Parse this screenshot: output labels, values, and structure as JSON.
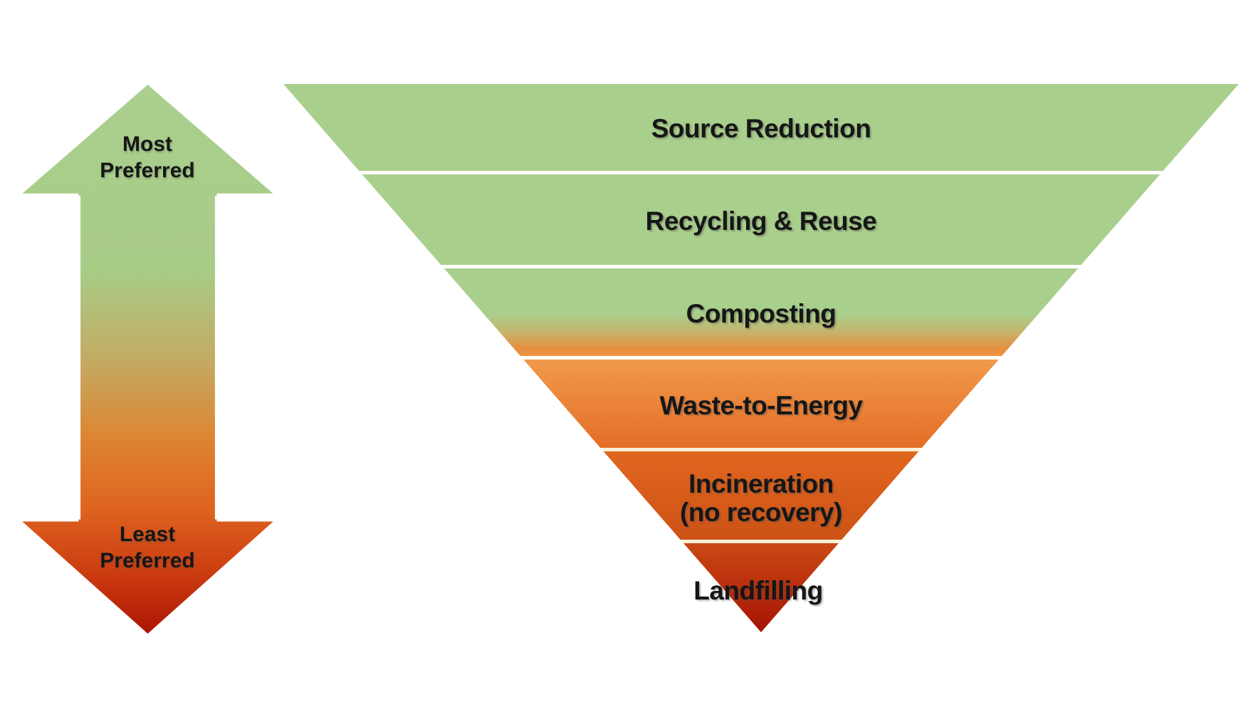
{
  "diagram": {
    "type": "inverted-pyramid-hierarchy",
    "arrow": {
      "top": {
        "line1": "Most",
        "line2": "Preferred"
      },
      "bottom": {
        "line1": "Least",
        "line2": "Preferred"
      }
    },
    "pyramid": {
      "levels": [
        {
          "label": "Source Reduction"
        },
        {
          "label": "Recycling & Reuse"
        },
        {
          "label": "Composting"
        },
        {
          "label": "Waste-to-Energy"
        },
        {
          "label": "Incineration",
          "sublabel": "(no recovery)"
        },
        {
          "label": "Landfilling"
        }
      ]
    },
    "colors": {
      "green": "#a9cf8c",
      "orange_light": "#f09a4b",
      "orange": "#e46d27",
      "orange_deep": "#cd5316",
      "red": "#ca4915",
      "red_dark": "#a31205",
      "divider": "#ffffff",
      "text": "#161616"
    }
  }
}
